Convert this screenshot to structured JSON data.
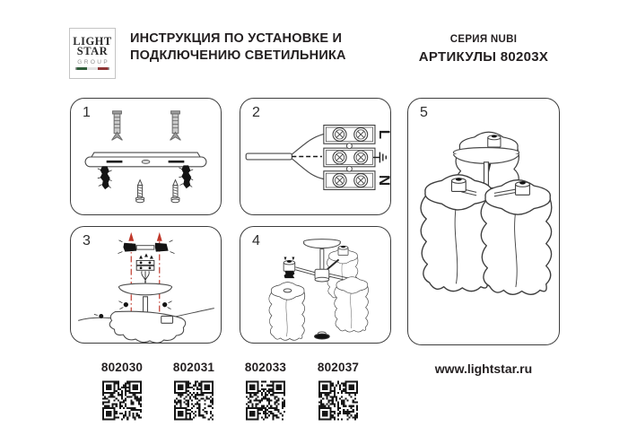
{
  "header": {
    "logo": {
      "line1": "LIGHT",
      "line2": "STAR",
      "line3": "GROUP"
    },
    "title": {
      "line1": "ИНСТРУКЦИЯ ПО УСТАНОВКЕ И",
      "line2": "ПОДКЛЮЧЕНИЮ СВЕТИЛЬНИКА"
    },
    "series_label": "СЕРИЯ NUBI",
    "articles_label": "АРТИКУЛЫ 80203X"
  },
  "steps": [
    {
      "number": "1",
      "icon": "wall-anchors-bracket-screws-drawing"
    },
    {
      "number": "2",
      "icon": "terminal-block-wiring-drawing"
    },
    {
      "number": "3",
      "icon": "mount-canopy-to-bracket-drawing"
    },
    {
      "number": "4",
      "icon": "attach-cloud-shades-drawing"
    },
    {
      "number": "5",
      "icon": "assembled-chandelier-drawing"
    }
  ],
  "wiring": {
    "line": "L",
    "neutral": "N",
    "ground_icon": "earth-ground-symbol"
  },
  "footer": {
    "articles": [
      {
        "code": "802030"
      },
      {
        "code": "802031"
      },
      {
        "code": "802033"
      },
      {
        "code": "802037"
      }
    ],
    "website": "www.lightstar.ru"
  },
  "colors": {
    "ink": "#231f20",
    "line": "#3d3d3d",
    "accent_red": "#c0392b",
    "logo_green": "#2f5d3a",
    "logo_red": "#8e3434"
  }
}
